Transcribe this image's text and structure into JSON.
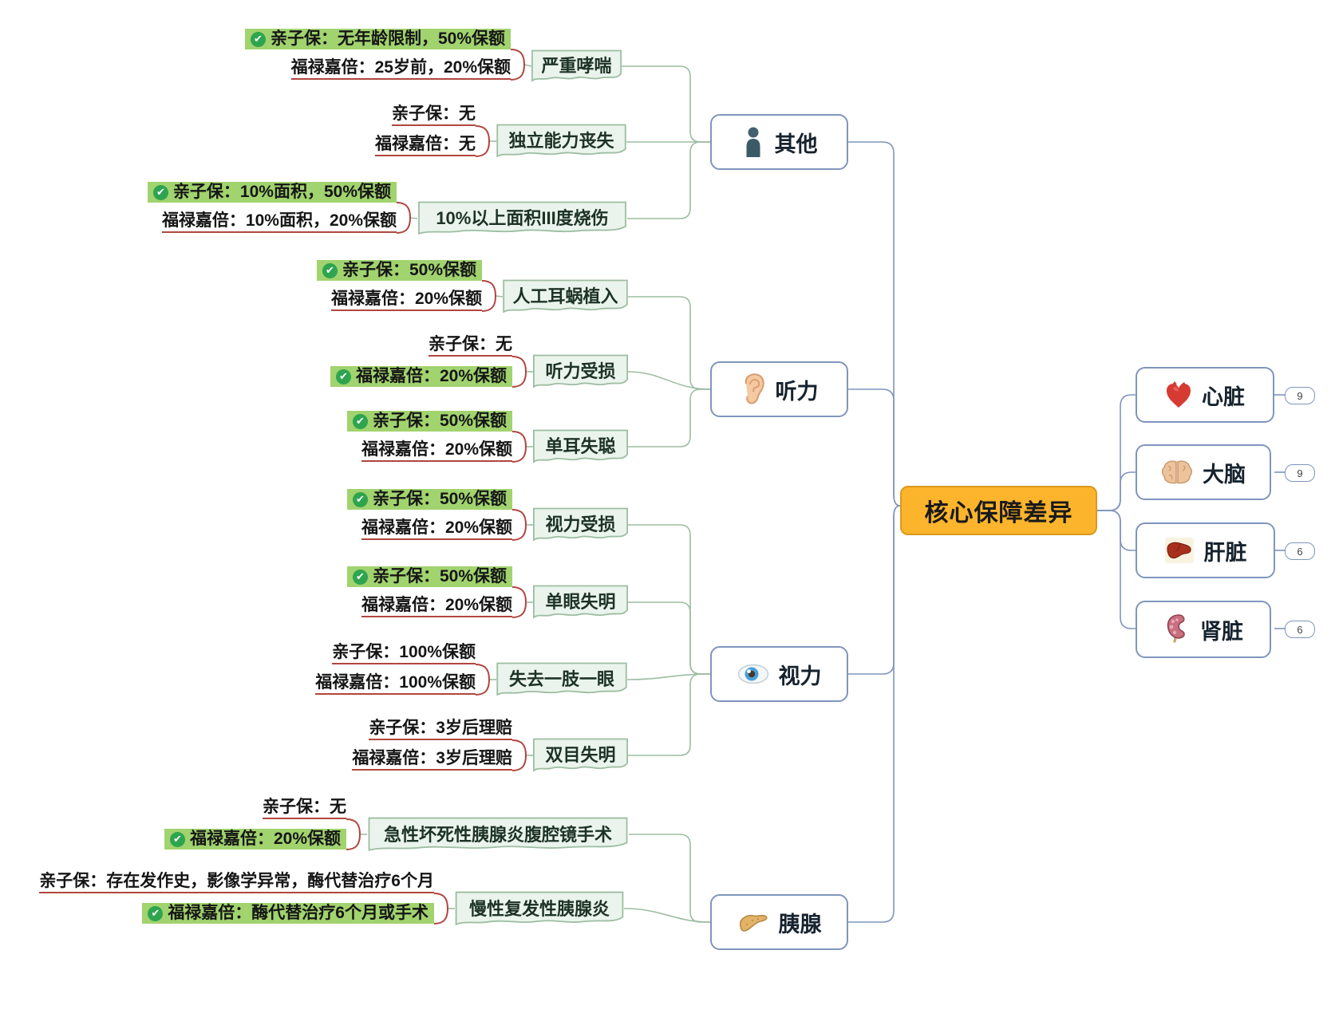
{
  "root": {
    "label": "核心保障差异"
  },
  "branches": [
    {
      "label": "其他",
      "icon": "person-icon"
    },
    {
      "label": "听力",
      "icon": "ear-icon"
    },
    {
      "label": "视力",
      "icon": "eye-icon"
    },
    {
      "label": "胰腺",
      "icon": "pancreas-icon"
    }
  ],
  "right_branches": [
    {
      "label": "心脏",
      "icon": "heart-icon",
      "collapsed_count": "9"
    },
    {
      "label": "大脑",
      "icon": "brain-icon",
      "collapsed_count": "9"
    },
    {
      "label": "肝脏",
      "icon": "liver-icon",
      "collapsed_count": "6"
    },
    {
      "label": "肾脏",
      "icon": "kidney-icon",
      "collapsed_count": "6"
    }
  ],
  "topics": [
    {
      "label": "严重哮喘",
      "details": [
        {
          "text": "亲子保：无年龄限制，50%保额",
          "highlighted": true
        },
        {
          "text": "福禄嘉倍：25岁前，20%保额",
          "highlighted": false
        }
      ]
    },
    {
      "label": "独立能力丧失",
      "details": [
        {
          "text": "亲子保：无",
          "highlighted": false
        },
        {
          "text": "福禄嘉倍：无",
          "highlighted": false
        }
      ]
    },
    {
      "label": "10%以上面积III度烧伤",
      "details": [
        {
          "text": "亲子保：10%面积，50%保额",
          "highlighted": true
        },
        {
          "text": "福禄嘉倍：10%面积，20%保额",
          "highlighted": false
        }
      ]
    },
    {
      "label": "人工耳蜗植入",
      "details": [
        {
          "text": "亲子保：50%保额",
          "highlighted": true
        },
        {
          "text": "福禄嘉倍：20%保额",
          "highlighted": false
        }
      ]
    },
    {
      "label": "听力受损",
      "details": [
        {
          "text": "亲子保：无",
          "highlighted": false
        },
        {
          "text": "福禄嘉倍：20%保额",
          "highlighted": true
        }
      ]
    },
    {
      "label": "单耳失聪",
      "details": [
        {
          "text": "亲子保：50%保额",
          "highlighted": true
        },
        {
          "text": "福禄嘉倍：20%保额",
          "highlighted": false
        }
      ]
    },
    {
      "label": "视力受损",
      "details": [
        {
          "text": "亲子保：50%保额",
          "highlighted": true
        },
        {
          "text": "福禄嘉倍：20%保额",
          "highlighted": false
        }
      ]
    },
    {
      "label": "单眼失明",
      "details": [
        {
          "text": "亲子保：50%保额",
          "highlighted": true
        },
        {
          "text": "福禄嘉倍：20%保额",
          "highlighted": false
        }
      ]
    },
    {
      "label": "失去一肢一眼",
      "details": [
        {
          "text": "亲子保：100%保额",
          "highlighted": false
        },
        {
          "text": "福禄嘉倍：100%保额",
          "highlighted": false
        }
      ]
    },
    {
      "label": "双目失明",
      "details": [
        {
          "text": "亲子保：3岁后理赔",
          "highlighted": false
        },
        {
          "text": "福禄嘉倍：3岁后理赔",
          "highlighted": false
        }
      ]
    },
    {
      "label": "急性坏死性胰腺炎腹腔镜手术",
      "details": [
        {
          "text": "亲子保：无",
          "highlighted": false
        },
        {
          "text": "福禄嘉倍：20%保额",
          "highlighted": true
        }
      ]
    },
    {
      "label": "慢性复发性胰腺炎",
      "details": [
        {
          "text": "亲子保：存在发作史，影像学异常，酶代替治疗6个月",
          "highlighted": false
        },
        {
          "text": "福禄嘉倍：酶代替治疗6个月或手术",
          "highlighted": true
        }
      ]
    }
  ],
  "colors": {
    "highlight_green": "#a1d36e",
    "check_green": "#2ea44f",
    "underline_red": "#b0463f",
    "leaf_fill": "#eaf4ec",
    "leaf_border": "#9dbda2",
    "branch_border": "#7f95bd",
    "center_fill": "#fcb42c",
    "center_border": "#d9991f",
    "connector_blue": "#7f95bd",
    "connector_green": "#9dbda2",
    "text_dark": "#1d3225"
  }
}
